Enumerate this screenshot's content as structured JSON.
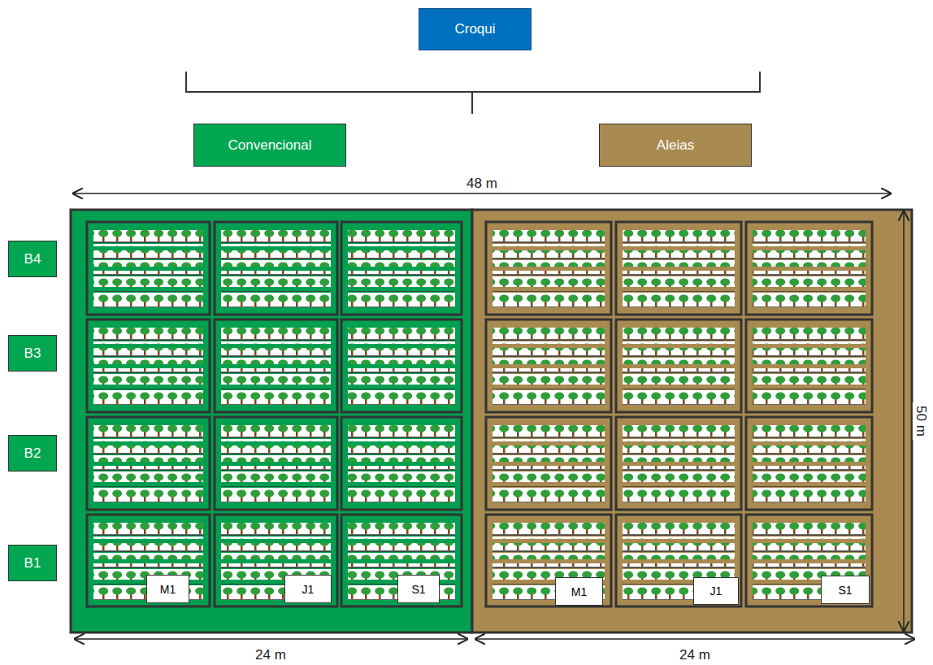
{
  "diagram": {
    "nodes": [
      {
        "text": [
          "Croqui"
        ]
      },
      {
        "text": [
          "Convencional"
        ]
      },
      {
        "text": [
          "Aleias"
        ]
      },
      {
        "text": [
          "B4"
        ]
      },
      {
        "text": [
          "B3"
        ]
      },
      {
        "text": [
          "B2"
        ]
      },
      {
        "text": [
          "B1"
        ]
      },
      {
        "text": [
          "M1"
        ]
      },
      {
        "text": [
          "J1"
        ]
      },
      {
        "text": [
          "S1"
        ]
      },
      {
        "text": [
          "M1"
        ]
      },
      {
        "text": [
          "J1"
        ]
      },
      {
        "text": [
          "S1"
        ]
      }
    ],
    "labels": [
      "48 m",
      "50 m",
      "24 m",
      "24 m"
    ]
  }
}
